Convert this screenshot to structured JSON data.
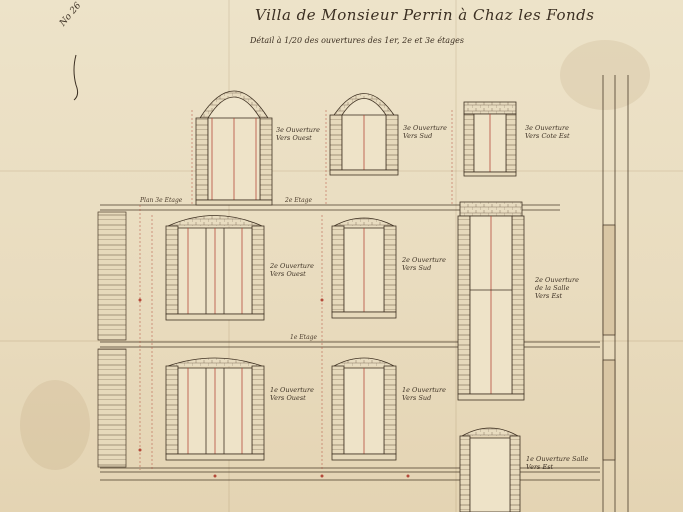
{
  "sheet": {
    "title": "Villa de Monsieur Perrin à Chaz les Fonds",
    "subtitle": "Détail à 1/20 des ouvertures des 1er, 2e et 3e étages",
    "corner_mark": "No 26"
  },
  "labels": {
    "top_left_window": [
      "3e Ouverture",
      "Vers Ouest"
    ],
    "top_mid_window": [
      "3e Ouverture",
      "Vers Sud"
    ],
    "top_right_window": [
      "3e Ouverture",
      "Vers Cote Est"
    ],
    "mid_left_window": [
      "2e Ouverture",
      "Vers Ouest"
    ],
    "mid_mid_window": [
      "2e Ouverture",
      "Vers Sud"
    ],
    "mid_right_door": [
      "2e Ouverture",
      "de la Salle",
      "Vers Est"
    ],
    "bottom_left_window": [
      "1e Ouverture",
      "Vers Ouest"
    ],
    "bottom_mid_window": [
      "1e Ouverture",
      "Vers Sud"
    ],
    "bottom_right_door": [
      "1e Ouverture Salle",
      "Vers Est"
    ],
    "floor_3": "Plan 3e Etage",
    "floor_2": "2e Etage",
    "floor_1": "1e Etage"
  },
  "colors": {
    "paper": "#ece0c4",
    "ink": "#3b2f22",
    "red_ink": "#b44a3a"
  }
}
